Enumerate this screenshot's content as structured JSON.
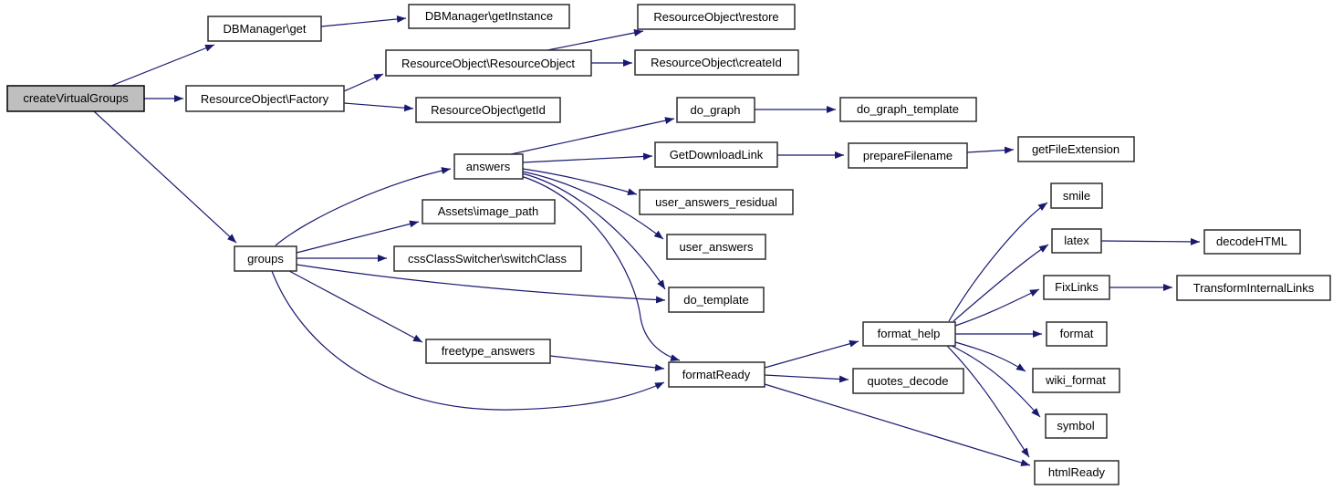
{
  "diagram": {
    "kind": "function-call-graph",
    "background_color": "#ffffff",
    "edge_color": "#191970",
    "node_fill": "#ffffff",
    "node_border_color": "#2d2d2d",
    "root_node_fill": "#bfbfbf",
    "text_color": "#000000"
  },
  "nodes": [
    {
      "id": "createVirtualGroups",
      "label": "createVirtualGroups",
      "root": true
    },
    {
      "id": "DBManager-get",
      "label": "DBManager\\get"
    },
    {
      "id": "DBManager-getInstance",
      "label": "DBManager\\getInstance"
    },
    {
      "id": "ResourceObject-restore",
      "label": "ResourceObject\\restore"
    },
    {
      "id": "ResourceObject-ResourceObject",
      "label": "ResourceObject\\ResourceObject"
    },
    {
      "id": "ResourceObject-createId",
      "label": "ResourceObject\\createId"
    },
    {
      "id": "ResourceObject-Factory",
      "label": "ResourceObject\\Factory"
    },
    {
      "id": "ResourceObject-getId",
      "label": "ResourceObject\\getId"
    },
    {
      "id": "do_graph",
      "label": "do_graph"
    },
    {
      "id": "do_graph_template",
      "label": "do_graph_template"
    },
    {
      "id": "answers",
      "label": "answers"
    },
    {
      "id": "GetDownloadLink",
      "label": "GetDownloadLink"
    },
    {
      "id": "prepareFilename",
      "label": "prepareFilename"
    },
    {
      "id": "getFileExtension",
      "label": "getFileExtension"
    },
    {
      "id": "user_answers_residual",
      "label": "user_answers_residual"
    },
    {
      "id": "user_answers",
      "label": "user_answers"
    },
    {
      "id": "groups",
      "label": "groups"
    },
    {
      "id": "Assets-image_path",
      "label": "Assets\\image_path"
    },
    {
      "id": "cssClassSwitcher-switchClass",
      "label": "cssClassSwitcher\\switchClass"
    },
    {
      "id": "do_template",
      "label": "do_template"
    },
    {
      "id": "freetype_answers",
      "label": "freetype_answers"
    },
    {
      "id": "formatReady",
      "label": "formatReady"
    },
    {
      "id": "format_help",
      "label": "format_help"
    },
    {
      "id": "quotes_decode",
      "label": "quotes_decode"
    },
    {
      "id": "smile",
      "label": "smile"
    },
    {
      "id": "latex",
      "label": "latex"
    },
    {
      "id": "decodeHTML",
      "label": "decodeHTML"
    },
    {
      "id": "FixLinks",
      "label": "FixLinks"
    },
    {
      "id": "TransformInternalLinks",
      "label": "TransformInternalLinks"
    },
    {
      "id": "format",
      "label": "format"
    },
    {
      "id": "wiki_format",
      "label": "wiki_format"
    },
    {
      "id": "symbol",
      "label": "symbol"
    },
    {
      "id": "htmlReady",
      "label": "htmlReady"
    }
  ],
  "edges": [
    {
      "from": "createVirtualGroups",
      "to": "DBManager\\get"
    },
    {
      "from": "createVirtualGroups",
      "to": "ResourceObject\\Factory"
    },
    {
      "from": "createVirtualGroups",
      "to": "groups"
    },
    {
      "from": "DBManager\\get",
      "to": "DBManager\\getInstance"
    },
    {
      "from": "ResourceObject\\Factory",
      "to": "ResourceObject\\ResourceObject"
    },
    {
      "from": "ResourceObject\\Factory",
      "to": "ResourceObject\\getId"
    },
    {
      "from": "ResourceObject\\ResourceObject",
      "to": "ResourceObject\\restore"
    },
    {
      "from": "ResourceObject\\ResourceObject",
      "to": "ResourceObject\\createId"
    },
    {
      "from": "answers",
      "to": "do_graph"
    },
    {
      "from": "answers",
      "to": "GetDownloadLink"
    },
    {
      "from": "answers",
      "to": "user_answers_residual"
    },
    {
      "from": "answers",
      "to": "user_answers"
    },
    {
      "from": "answers",
      "to": "do_template"
    },
    {
      "from": "answers",
      "to": "formatReady"
    },
    {
      "from": "do_graph",
      "to": "do_graph_template"
    },
    {
      "from": "GetDownloadLink",
      "to": "prepareFilename"
    },
    {
      "from": "prepareFilename",
      "to": "getFileExtension"
    },
    {
      "from": "groups",
      "to": "answers"
    },
    {
      "from": "groups",
      "to": "Assets\\image_path"
    },
    {
      "from": "groups",
      "to": "cssClassSwitcher\\switchClass"
    },
    {
      "from": "groups",
      "to": "do_template"
    },
    {
      "from": "groups",
      "to": "freetype_answers"
    },
    {
      "from": "groups",
      "to": "formatReady"
    },
    {
      "from": "freetype_answers",
      "to": "formatReady"
    },
    {
      "from": "formatReady",
      "to": "format_help"
    },
    {
      "from": "formatReady",
      "to": "quotes_decode"
    },
    {
      "from": "formatReady",
      "to": "htmlReady"
    },
    {
      "from": "format_help",
      "to": "smile"
    },
    {
      "from": "format_help",
      "to": "latex"
    },
    {
      "from": "format_help",
      "to": "FixLinks"
    },
    {
      "from": "format_help",
      "to": "format"
    },
    {
      "from": "format_help",
      "to": "wiki_format"
    },
    {
      "from": "format_help",
      "to": "symbol"
    },
    {
      "from": "format_help",
      "to": "htmlReady"
    },
    {
      "from": "latex",
      "to": "decodeHTML"
    },
    {
      "from": "FixLinks",
      "to": "TransformInternalLinks"
    }
  ]
}
